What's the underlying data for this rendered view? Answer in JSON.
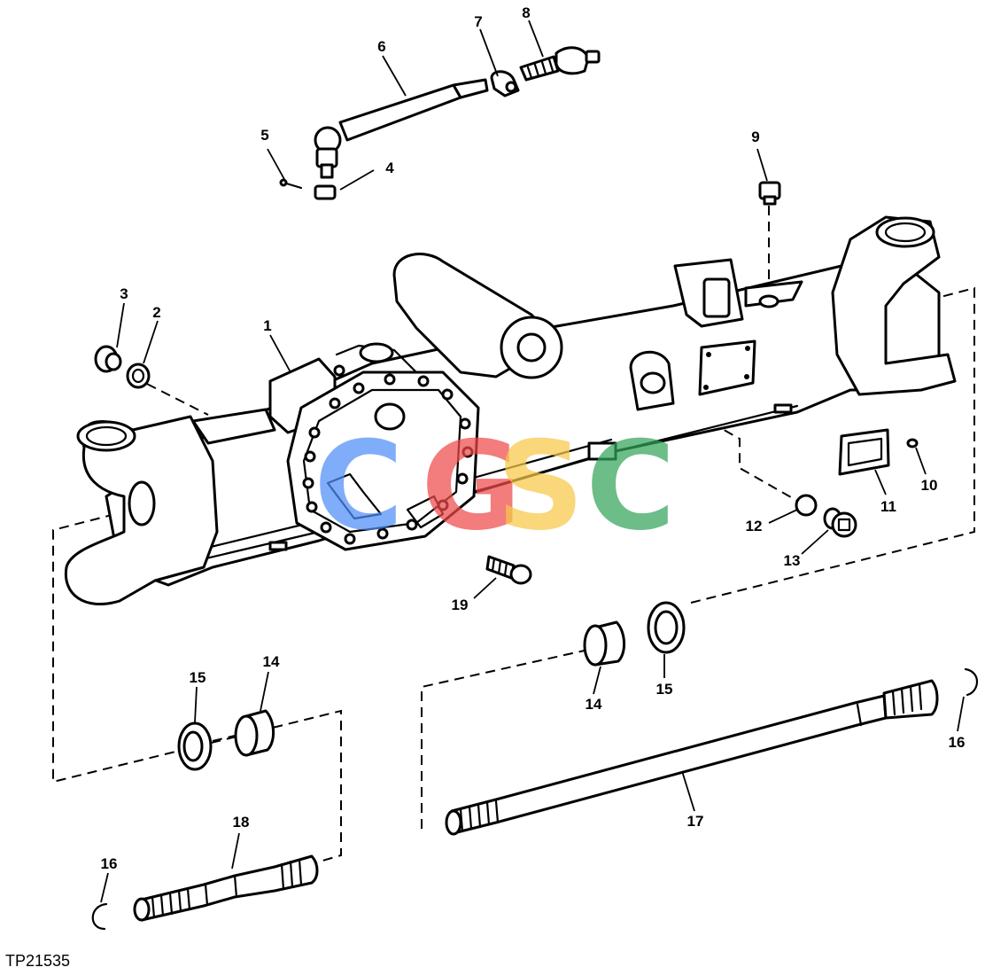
{
  "figure_id": "TP21535",
  "watermark": {
    "letters": [
      "C",
      "G",
      "S",
      "C"
    ],
    "colors": [
      "#4f8ef7",
      "#ef4a4a",
      "#f7c948",
      "#34a55a"
    ]
  },
  "callouts": [
    "1",
    "2",
    "3",
    "4",
    "5",
    "6",
    "7",
    "8",
    "9",
    "10",
    "11",
    "12",
    "13",
    "14",
    "15",
    "14",
    "15",
    "16",
    "16",
    "17",
    "18",
    "19"
  ]
}
